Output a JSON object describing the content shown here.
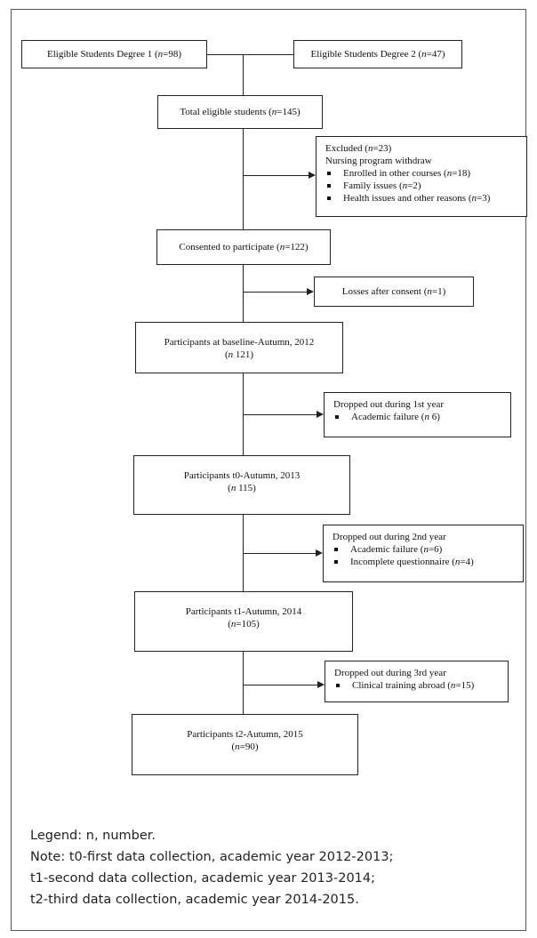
{
  "boxes": {
    "degree1": "Eligible Students Degree 1 (n=98)",
    "degree2": "Eligible Students Degree 2 (n=47)",
    "total": "Total eligible students (n=145)",
    "consented": "Consented to participate (n=122)",
    "baseline": {
      "line1": "Participants at baseline-Autumn, 2012",
      "line2": "(n 121)"
    },
    "t0": {
      "line1": "Participants t0-Autumn, 2013",
      "line2": "(n 115)"
    },
    "t1": {
      "line1": "Participants t1-Autumn, 2014",
      "line2": "(n=105)"
    },
    "t2": {
      "line1": "Participants t2-Autumn, 2015",
      "line2": "(n=90)"
    }
  },
  "side_boxes": {
    "excluded": {
      "title": "Excluded (n=23)",
      "subtitle": "Nursing program withdraw",
      "items": [
        "Enrolled in other courses (n=18)",
        "Family issues (n=2)",
        "Health issues and other reasons (n=3)"
      ]
    },
    "losses": "Losses after consent (n=1)",
    "year1": {
      "title": "Dropped out during 1st year",
      "items": [
        "Academic failure (n 6)"
      ]
    },
    "year2": {
      "title": "Dropped out during 2nd year",
      "items": [
        "Academic failure (n=6)",
        "Incomplete questionnaire (n=4)"
      ]
    },
    "year3": {
      "title": "Dropped out during 3rd year",
      "items": [
        "Clinical training abroad (n=15)"
      ]
    }
  },
  "legend": {
    "line1": "Legend: n, number.",
    "line2": "Note: t0-first data collection, academic year 2012-2013;",
    "line3": "t1-second data collection, academic year 2013-2014;",
    "line4": "t2-third data collection, academic year 2014-2015."
  }
}
